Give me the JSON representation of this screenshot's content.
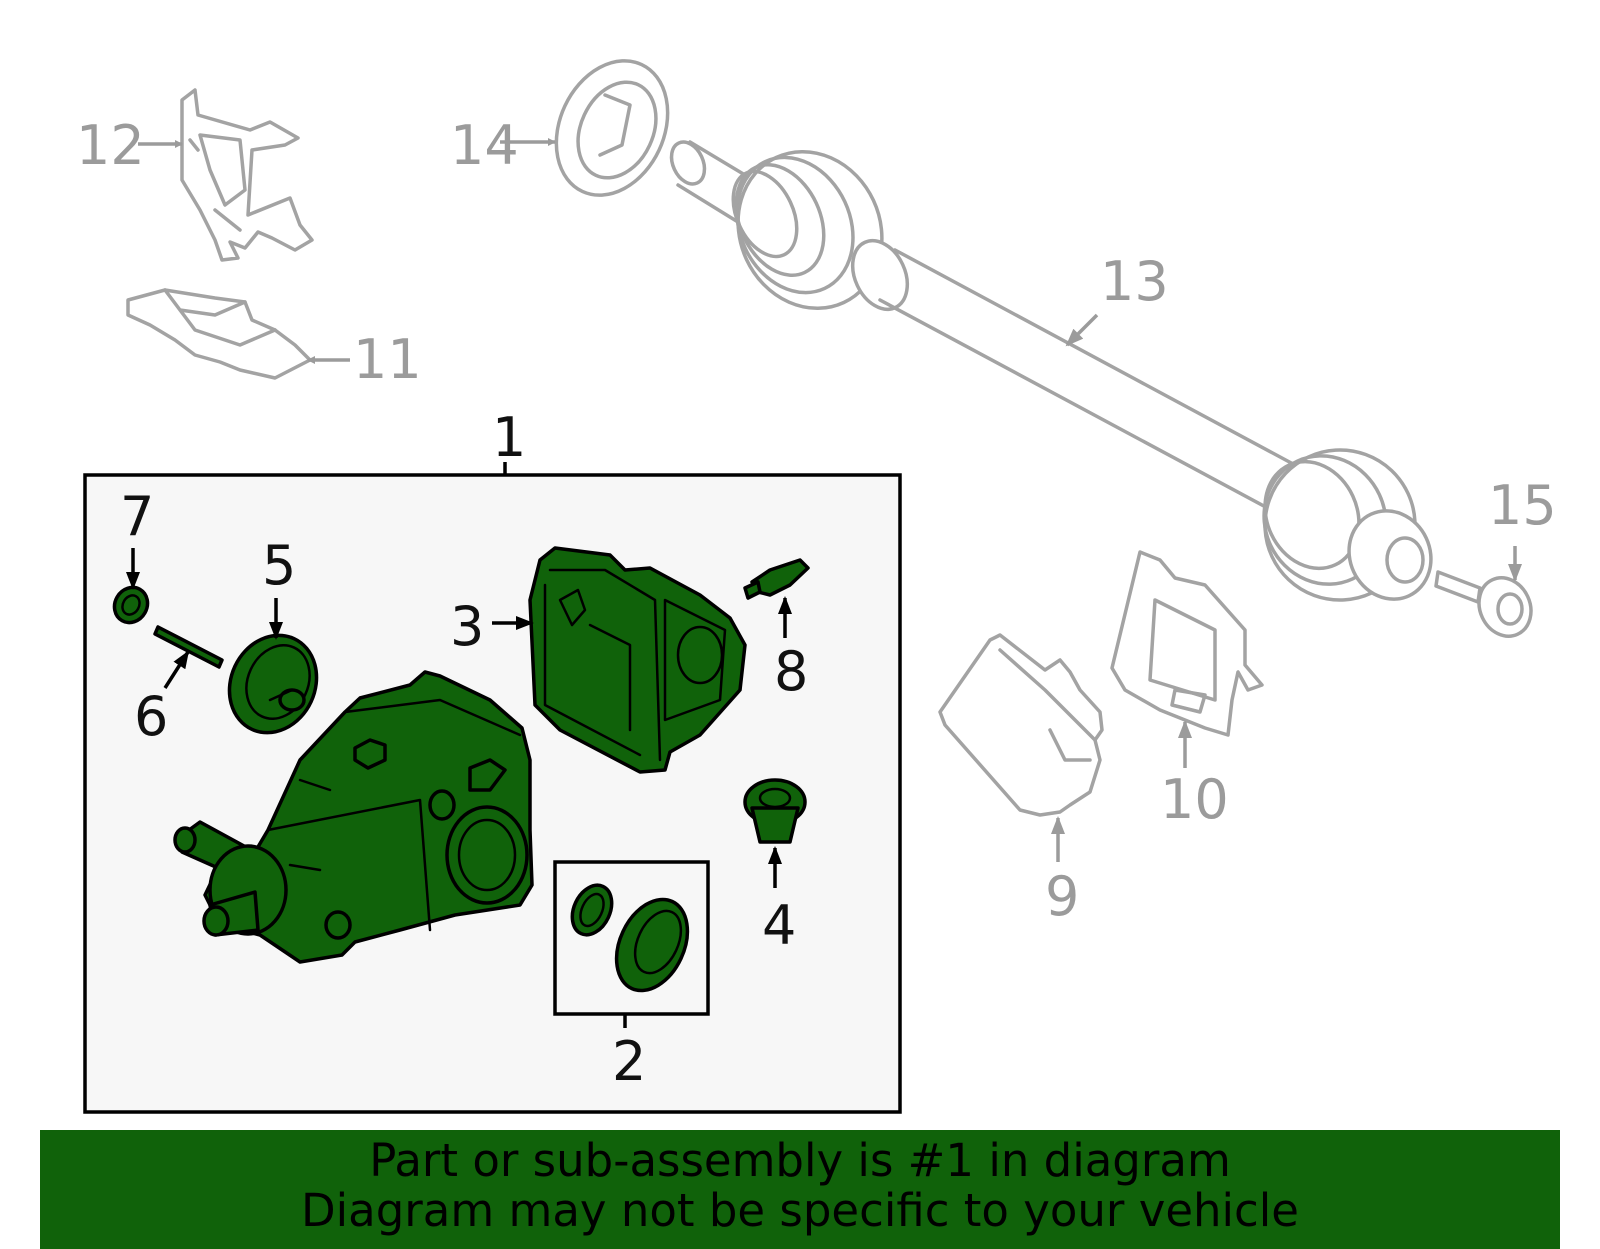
{
  "diagram": {
    "highlight_color": "#10620a",
    "box_background": "#f7f7f7",
    "inactive_color": "#a3a3a3",
    "callouts": {
      "c1": "1",
      "c2": "2",
      "c3": "3",
      "c4": "4",
      "c5": "5",
      "c6": "6",
      "c7": "7",
      "c8": "8",
      "c9": "9",
      "c10": "10",
      "c11": "11",
      "c12": "12",
      "c13": "13",
      "c14": "14",
      "c15": "15"
    }
  },
  "banner": {
    "line1": "Part or sub-assembly is #1 in diagram",
    "line2": "Diagram may not be specific to your vehicle"
  }
}
